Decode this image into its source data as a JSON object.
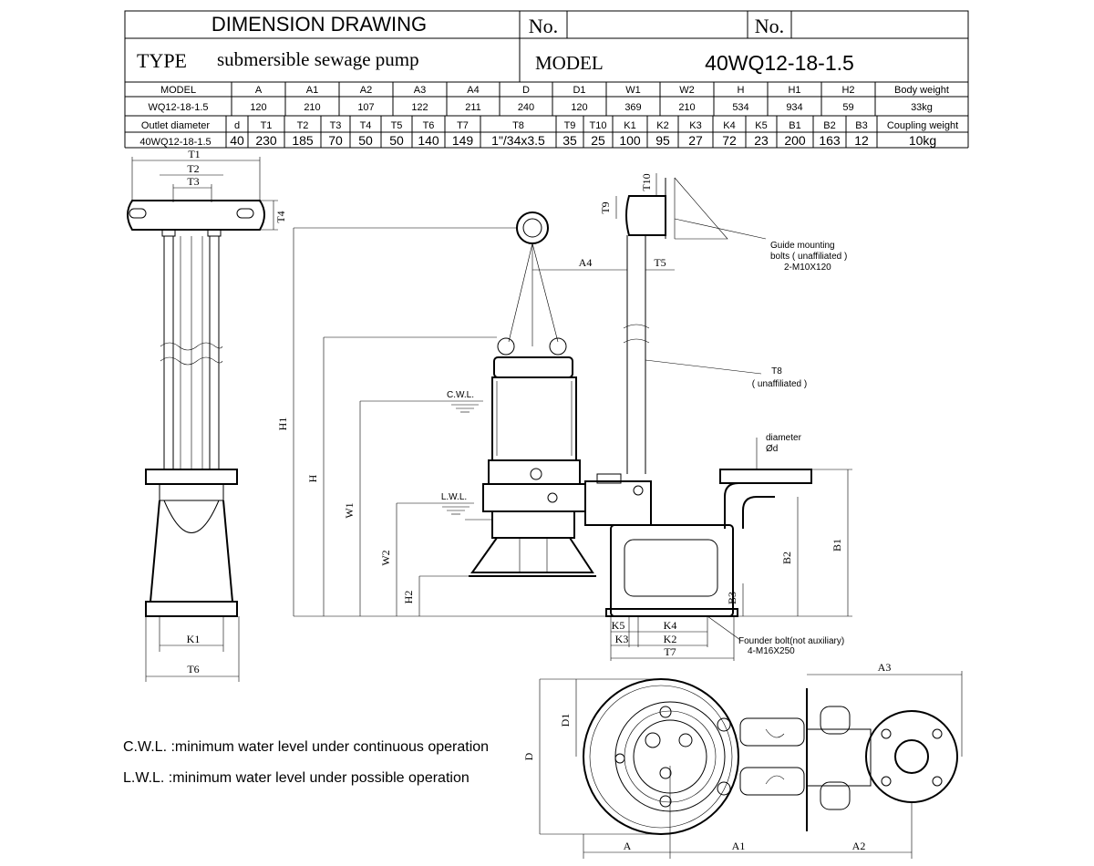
{
  "header": {
    "title": "DIMENSION DRAWING",
    "no_label_1": "No.",
    "no_label_2": "No.",
    "type_label": "TYPE",
    "type_value": "submersible sewage pump",
    "model_label": "MODEL",
    "model_value": "40WQ12-18-1.5"
  },
  "table": {
    "row1_headers": [
      "MODEL",
      "A",
      "A1",
      "A2",
      "A3",
      "A4",
      "D",
      "D1",
      "W1",
      "W2",
      "H",
      "H1",
      "H2",
      "Body weight"
    ],
    "row2_values": [
      "WQ12-18-1.5",
      "120",
      "210",
      "107",
      "122",
      "211",
      "240",
      "120",
      "369",
      "210",
      "534",
      "934",
      "59",
      "33kg"
    ],
    "row3_headers": [
      "Outlet diameter",
      "d",
      "T1",
      "T2",
      "T3",
      "T4",
      "T5",
      "T6",
      "T7",
      "T8",
      "T9",
      "T10",
      "K1",
      "K2",
      "K3",
      "K4",
      "K5",
      "B1",
      "B2",
      "B3",
      "Coupling weight"
    ],
    "row4_values": [
      "40WQ12-18-1.5",
      "40",
      "230",
      "185",
      "70",
      "50",
      "50",
      "140",
      "149",
      "1\"/34x3.5",
      "35",
      "25",
      "100",
      "95",
      "27",
      "72",
      "23",
      "200",
      "163",
      "12",
      "10kg"
    ]
  },
  "labels": {
    "T1": "T1",
    "T2": "T2",
    "T3": "T3",
    "T4": "T4",
    "T5": "T5",
    "T6": "T6",
    "T7": "T7",
    "T8": "T8",
    "T9": "T9",
    "T10": "T10",
    "K1": "K1",
    "K2": "K2",
    "K3": "K3",
    "K4": "K4",
    "K5": "K5",
    "A": "A",
    "A1": "A1",
    "A2": "A2",
    "A3": "A3",
    "A4": "A4",
    "B1": "B1",
    "B2": "B2",
    "B3": "B3",
    "H": "H",
    "H1": "H1",
    "H2": "H2",
    "W1": "W1",
    "W2": "W2",
    "D": "D",
    "D1": "D1",
    "cwl": "C.W.L.",
    "lwl": "L.W.L.",
    "diameter": "diameter",
    "od": "Ød",
    "guide_bolts_1": "Guide mounting",
    "guide_bolts_2": "bolts ( unaffiliated )",
    "guide_bolts_3": "2-M10X120",
    "t8_note": "( unaffiliated )",
    "founder_1": "Founder bolt(not auxiliary)",
    "founder_2": "4-M16X250"
  },
  "notes": {
    "cwl": "C.W.L. :minimum water level under continuous operation",
    "lwl": "L.W.L. :minimum water level under possible operation"
  }
}
